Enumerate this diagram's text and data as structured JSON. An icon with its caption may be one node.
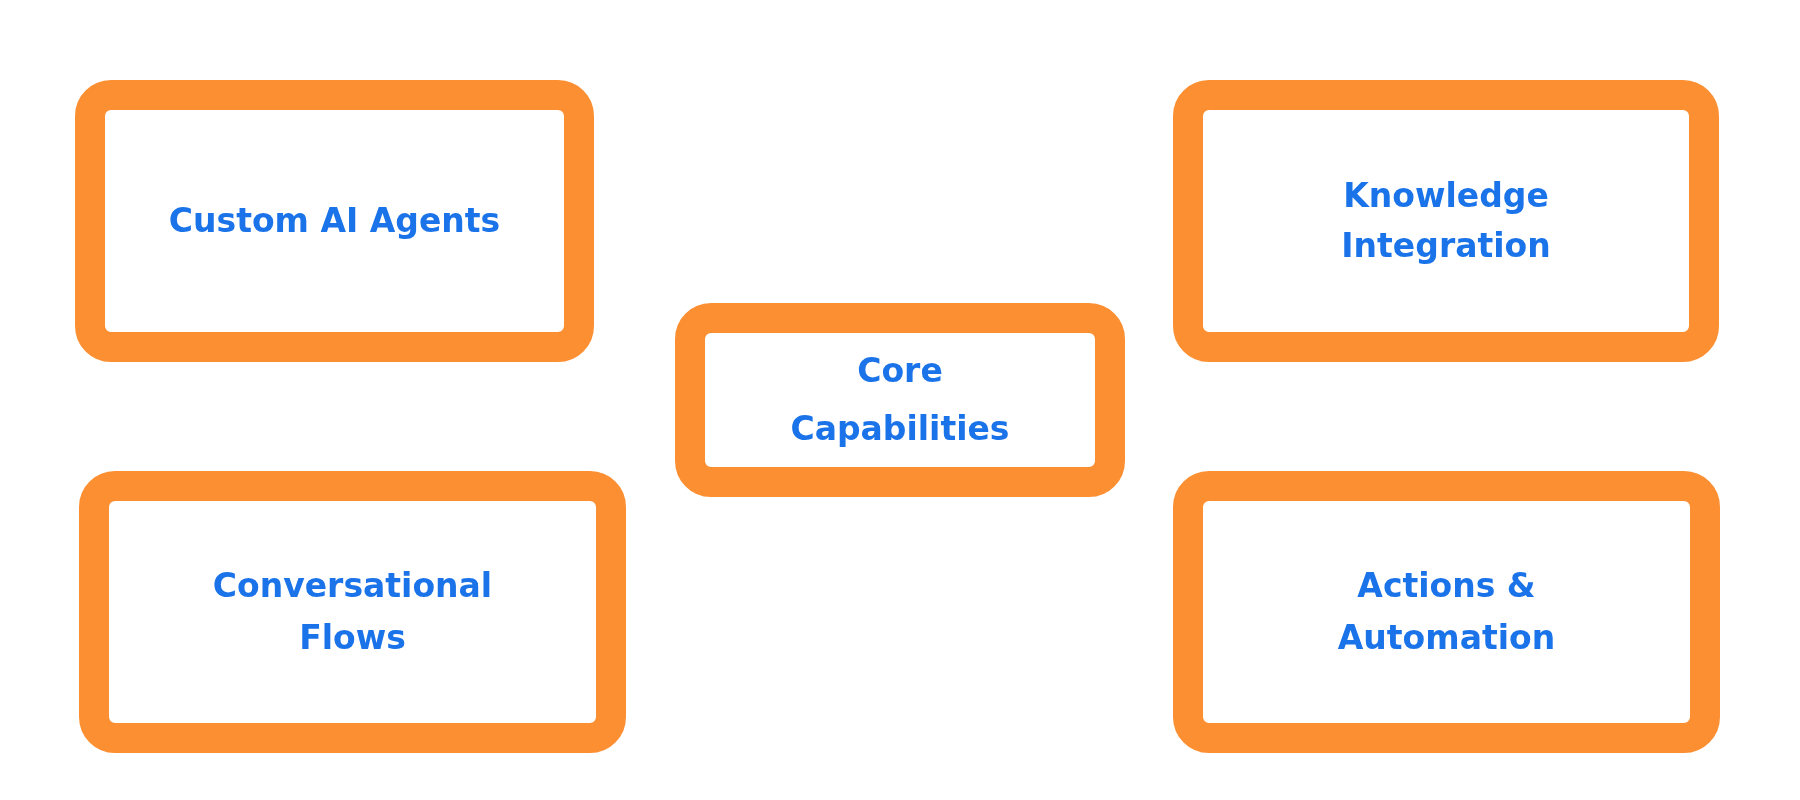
{
  "diagram": {
    "nodes": [
      {
        "text": [
          "Custom AI Agents"
        ]
      },
      {
        "text": [
          "Core Capabilities"
        ]
      },
      {
        "text": [
          "Knowledge Integration"
        ]
      },
      {
        "text": [
          "Conversational Flows"
        ]
      },
      {
        "text": [
          "Actions & Automation"
        ]
      }
    ]
  }
}
